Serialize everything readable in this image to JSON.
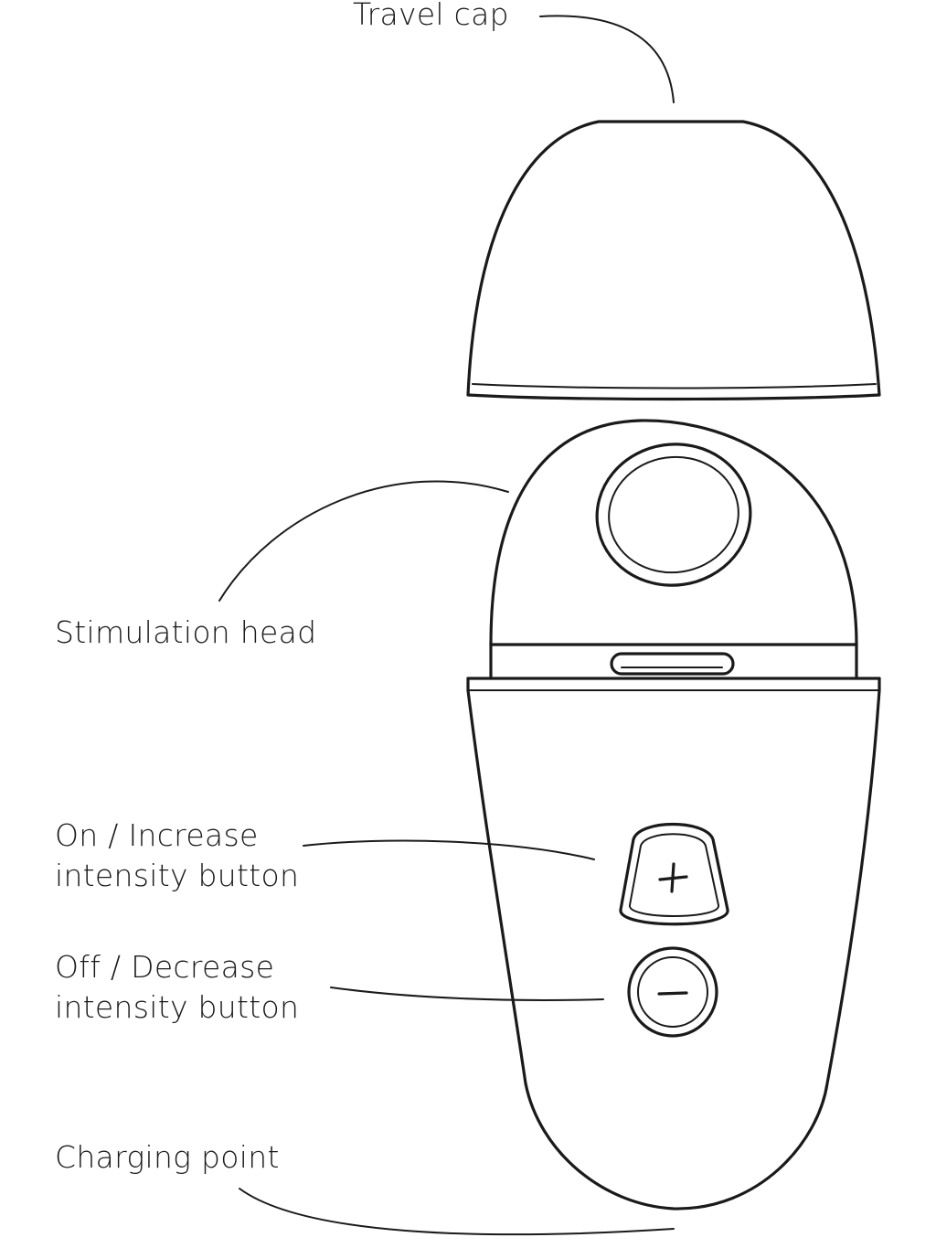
{
  "diagram": {
    "labels": {
      "travel_cap": "Travel cap",
      "stimulation_head": "Stimulation head",
      "increase_line1": "On / Increase",
      "increase_line2": "intensity button",
      "decrease_line1": "Off / Decrease",
      "decrease_line2": "intensity button",
      "charging_point": "Charging point"
    },
    "parts": [
      {
        "name": "travel-cap",
        "icon": "dome-cap"
      },
      {
        "name": "stimulation-head",
        "icon": "oval-opening"
      },
      {
        "name": "increase-button",
        "icon": "plus-icon"
      },
      {
        "name": "decrease-button",
        "icon": "minus-icon"
      },
      {
        "name": "charging-point",
        "icon": "port"
      }
    ],
    "colors": {
      "line": "#1a1a1a",
      "background": "#ffffff"
    }
  }
}
